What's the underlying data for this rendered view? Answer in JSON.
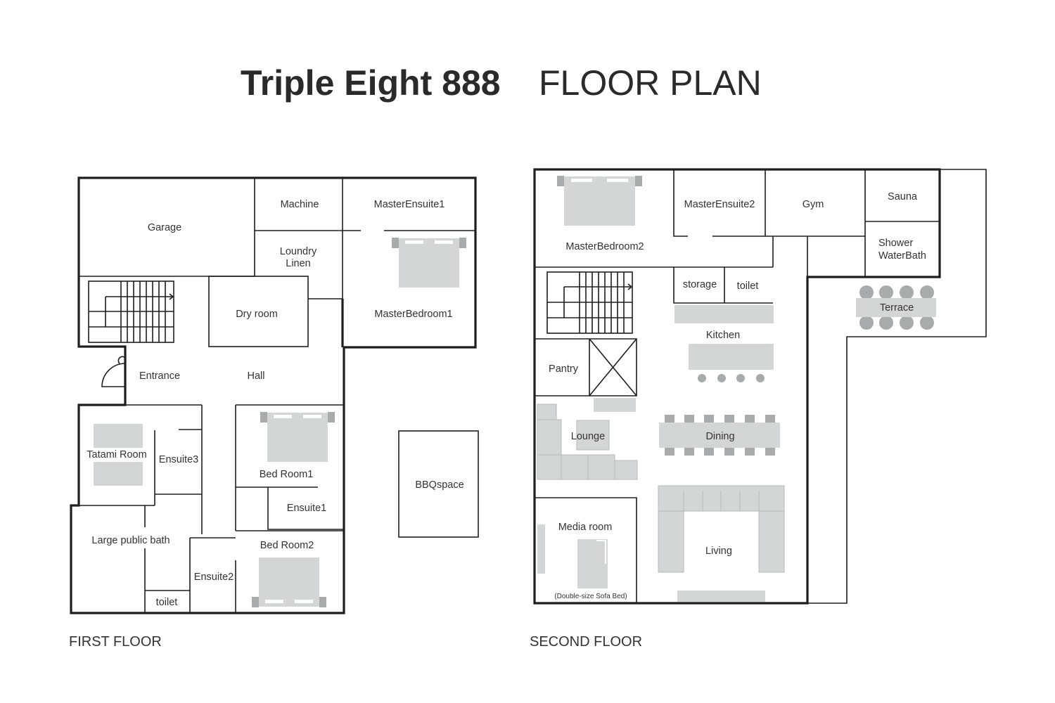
{
  "title": {
    "name": "Triple Eight 888",
    "subtitle": "FLOOR PLAN"
  },
  "first_floor": {
    "label": "FIRST FLOOR",
    "rooms": {
      "garage": "Garage",
      "machine": "Machine",
      "master_ensuite1": "MasterEnsuite1",
      "laundry1": "Loundry",
      "laundry2": "Linen",
      "dry_room": "Dry room",
      "master_bedroom1": "MasterBedroom1",
      "entrance": "Entrance",
      "hall": "Hall",
      "tatami": "Tatami Room",
      "ensuite3": "Ensuite3",
      "bedroom1": "Bed Room1",
      "ensuite1": "Ensuite1",
      "public_bath": "Large public bath",
      "bedroom2": "Bed Room2",
      "ensuite2": "Ensuite2",
      "toilet": "toilet",
      "bbq": "BBQspace"
    }
  },
  "second_floor": {
    "label": "SECOND FLOOR",
    "rooms": {
      "master_bedroom2": "MasterBedroom2",
      "master_ensuite2": "MasterEnsuite2",
      "gym": "Gym",
      "sauna": "Sauna",
      "shower1": "Shower",
      "shower2": "WaterBath",
      "storage": "storage",
      "toilet": "toilet",
      "terrace": "Terrace",
      "kitchen": "Kitchen",
      "pantry": "Pantry",
      "lounge": "Lounge",
      "dining": "Dining",
      "media": "Media room",
      "sofa_bed": "(Double-size Sofa Bed)",
      "living": "Living"
    }
  }
}
